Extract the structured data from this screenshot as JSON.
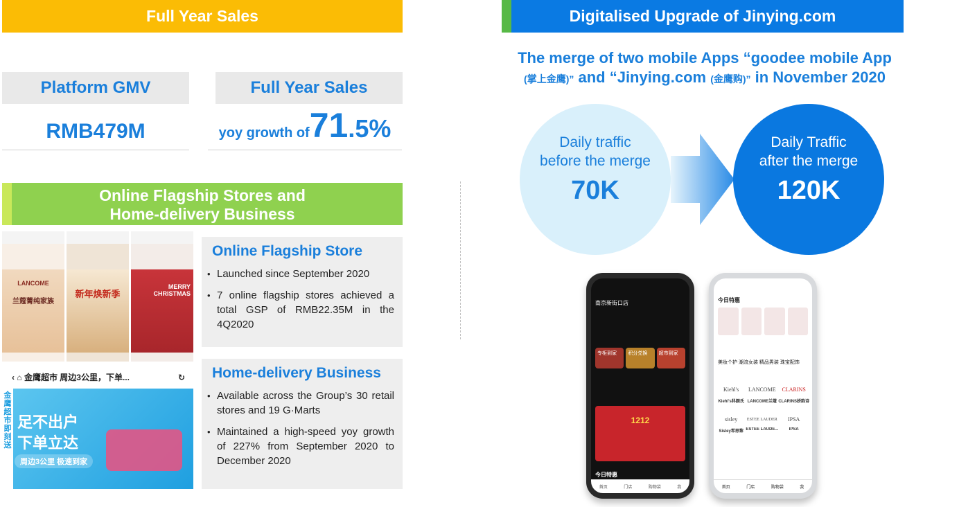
{
  "left": {
    "banner": "Full Year Sales",
    "gmv": {
      "heading": "Platform GMV",
      "value": "RMB479M"
    },
    "sales": {
      "heading": "Full Year Sales",
      "label": "yoy growth of",
      "value_int": "71",
      "value_dec": ".5%"
    },
    "osh_banner_line1": "Online Flagship Stores and",
    "osh_banner_line2": "Home-delivery Business",
    "flagship": {
      "title": "Online Flagship Store",
      "bullets": [
        "Launched since September 2020",
        "7 online flagship stores achieved a total GSP of RMB22.35M in the 4Q2020"
      ]
    },
    "delivery": {
      "title": "Home-delivery Business",
      "bullets": [
        "Available across the Group’s 30 retail stores and 19 G·Marts",
        "Maintained a high-speed yoy growth of 227% from September 2020 to December 2020"
      ]
    },
    "shots": {
      "s1_brand": "LANCOME",
      "s1_text": "兰蔻菁纯家族",
      "s2_text": "新年焕新季",
      "s3_text": "MERRY CHRISTMAS",
      "s4_bar": "金鹰超市 周边3公里，下单...",
      "s4_side": "金鹰超市即刻送",
      "s4_line1": "足不出户",
      "s4_line2": "下单立达",
      "s4_pill": "周边3公里 极速到家"
    }
  },
  "right": {
    "banner": "Digitalised Upgrade of Jinying.com",
    "title_a": "The merge of two mobile Apps “goodee mobile App",
    "title_b1": "(掌上金鹰)”",
    "title_b2": " and “Jinying.com ",
    "title_b3": "(金鹰购)”",
    "title_b4": " in November 2020",
    "before": {
      "label1": "Daily traffic",
      "label2": "before the merge",
      "value": "70K"
    },
    "after": {
      "label1": "Daily Traffic",
      "label2": "after the merge",
      "value": "120K"
    },
    "phone1": {
      "store": "南京新街口店",
      "cards": [
        "专柜到家",
        "积分兑换",
        "超市到家"
      ],
      "poster": "1212",
      "today": "今日特惠",
      "nav": [
        "首页",
        "门店",
        "购物袋",
        "我"
      ]
    },
    "phone2": {
      "today": "今日特惠",
      "tabs": "美妆个护   潮流女装   精品男装   珠宝配饰",
      "brands": [
        {
          "logo": "Kiehl's",
          "name": "Kiehl's科颜氏"
        },
        {
          "logo": "LANCOME",
          "name": "LANCOME兰蔻"
        },
        {
          "logo": "CLARINS",
          "name": "CLARINS娇韵诗"
        },
        {
          "logo": "sisley",
          "name": "Sisley希思黎"
        },
        {
          "logo": "ESTEE LAUDER",
          "name": "ESTEE LAUDE..."
        },
        {
          "logo": "IPSA",
          "name": "IPSA"
        }
      ],
      "nav": [
        "首页",
        "门店",
        "购物袋",
        "我"
      ]
    }
  }
}
